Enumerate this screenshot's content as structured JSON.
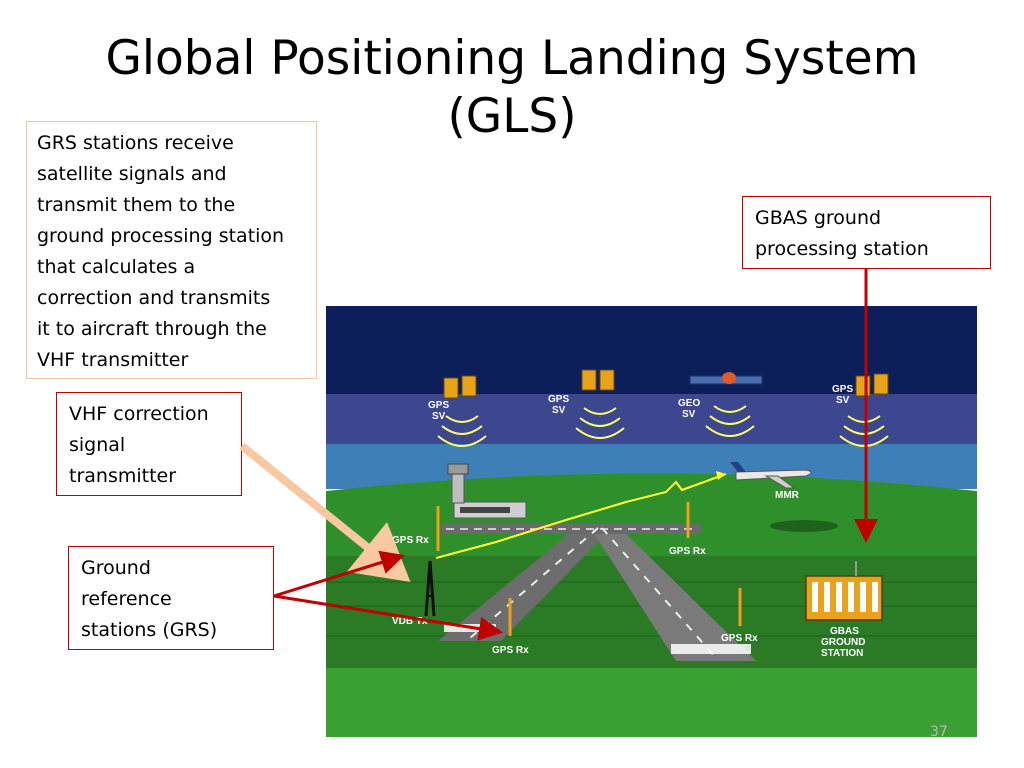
{
  "slide": {
    "title_line1": "Global Positioning Landing System",
    "title_line2": "(GLS)",
    "page_number": "37"
  },
  "callouts": {
    "grs_description": "GRS stations receive\nsatellite signals and\ntransmit them to the\nground processing station\nthat calculates a\ncorrection and transmits\nit to aircraft through the\nVHF transmitter",
    "vhf_transmitter": "VHF correction\nsignal\ntransmitter",
    "ground_reference": "Ground\nreference\nstations (GRS)",
    "gbas_processing": "GBAS ground\nprocessing station"
  },
  "diagram": {
    "satellites": [
      {
        "label_top": "GPS",
        "label_bottom": "SV"
      },
      {
        "label_top": "GPS",
        "label_bottom": "SV"
      },
      {
        "label_top": "GEO",
        "label_bottom": "SV"
      },
      {
        "label_top": "GPS",
        "label_bottom": "SV"
      }
    ],
    "aircraft_label": "MMR",
    "receivers": [
      {
        "label": "GPS Rx"
      },
      {
        "label": "GPS Rx"
      },
      {
        "label": "GPS Rx"
      },
      {
        "label": "GPS Rx"
      }
    ],
    "vdb_label": "VDB Tx",
    "ground_station": {
      "line1": "GBAS",
      "line2": "GROUND",
      "line3": "STATION"
    }
  },
  "colors": {
    "sky_dark": "#0d1f5a",
    "sky_band": "#3c4790",
    "sky_light": "#3f7fb8",
    "ground": "#2f8f2a",
    "arrow_red": "#c00000",
    "arrow_peach": "#f8c8a0",
    "signal_yellow": "#ffff33"
  }
}
